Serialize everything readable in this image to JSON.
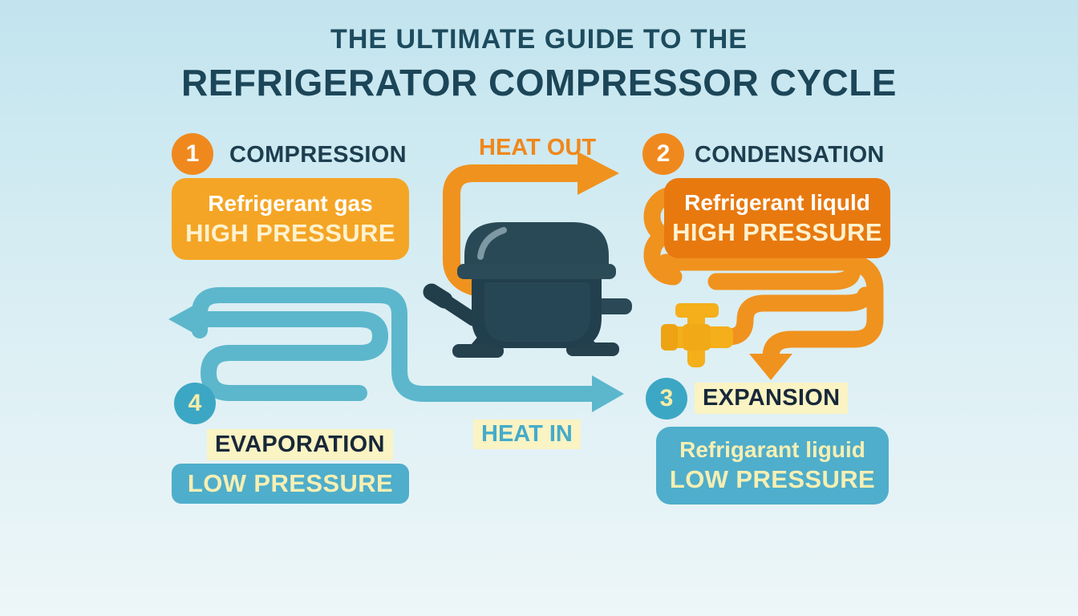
{
  "title": {
    "line1": "THE ULTIMATE GUIDE TO THE",
    "line2": "REFRIGERATOR COMPRESSOR CYCLE"
  },
  "steps": [
    {
      "number": "1",
      "label": "COMPRESSION",
      "box_line1": "Refrigerant gas",
      "box_line2": "HIGH PRESSURE"
    },
    {
      "number": "2",
      "label": "CONDENSATION",
      "box_line1": "Refrigerant liquld",
      "box_line2": "HIGH PRESSURE"
    },
    {
      "number": "3",
      "label": "EXPANSION",
      "box_line1": "Refrigarant liguid",
      "box_line2": "LOW PRESSURE"
    },
    {
      "number": "4",
      "label": "EVAPORATION",
      "box_line2": "LOW PRESSURE"
    }
  ],
  "flow_labels": {
    "heat_out": "HEAT OUT",
    "heat_in": "HEAT IN"
  },
  "icons": [
    "compressor-illustration",
    "expansion-valve-icon",
    "condenser-coil",
    "evaporator-coil",
    "heat-out-arrow",
    "heat-in-arrow",
    "expansion-down-arrow"
  ],
  "colors": {
    "background_top": "#c2e4ee",
    "background_bottom": "#edf6f8",
    "title": "#1c4658",
    "orange_badge": "#f0891d",
    "orange_box_light": "#f5a525",
    "orange_box_dark": "#e8790f",
    "orange_pipe": "#f0921e",
    "valve_yellow": "#f4af1b",
    "blue_badge": "#3ca7c4",
    "blue_box": "#4faecb",
    "blue_pipe": "#5cb7cc",
    "pale_yellow_text": "#f6efb4",
    "highlight": "#faf3c3",
    "compressor_body": "#223f4d"
  }
}
